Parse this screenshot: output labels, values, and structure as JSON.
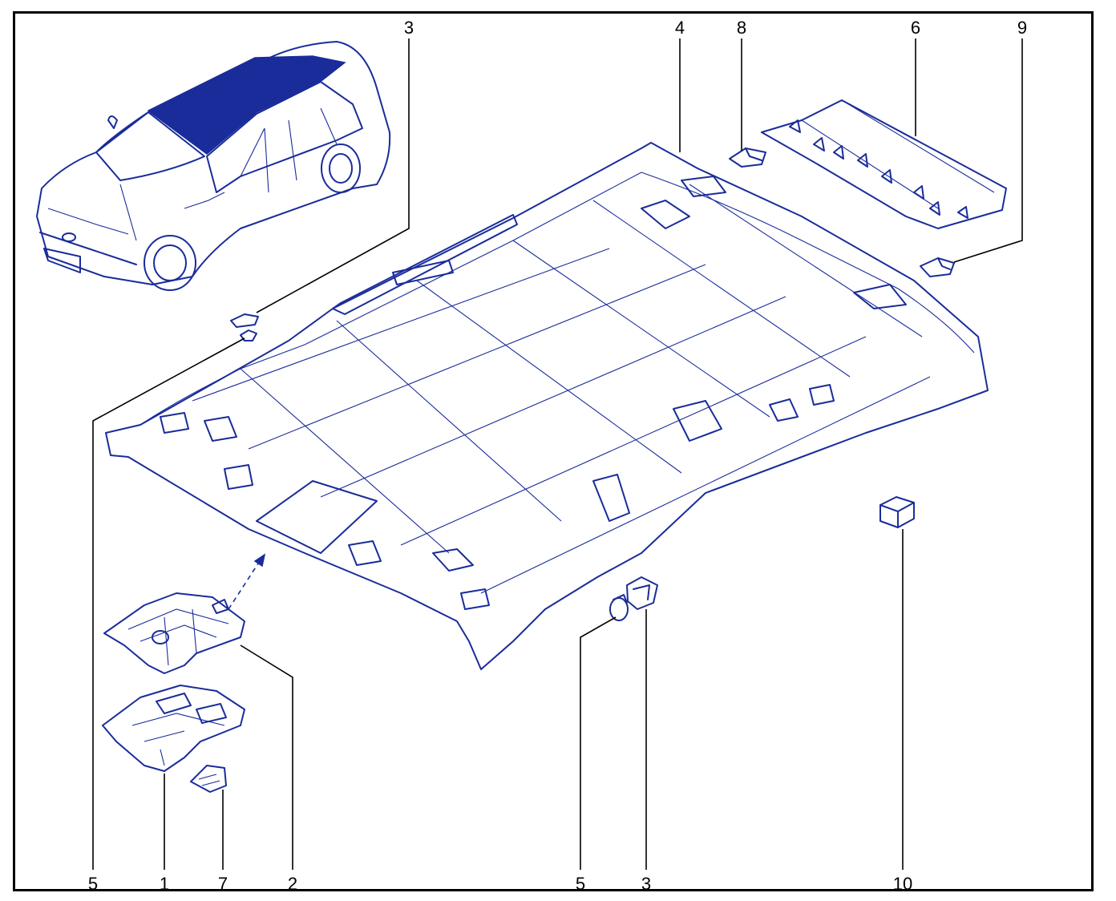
{
  "diagram": {
    "line_color": "#1a2c9a",
    "frame_color": "#000000",
    "callouts": {
      "c3_top": "3",
      "c4": "4",
      "c8": "8",
      "c6": "6",
      "c9": "9",
      "c5_left": "5",
      "c1": "1",
      "c7": "7",
      "c2": "2",
      "c5_mid": "5",
      "c3_mid": "3",
      "c10": "10"
    }
  }
}
